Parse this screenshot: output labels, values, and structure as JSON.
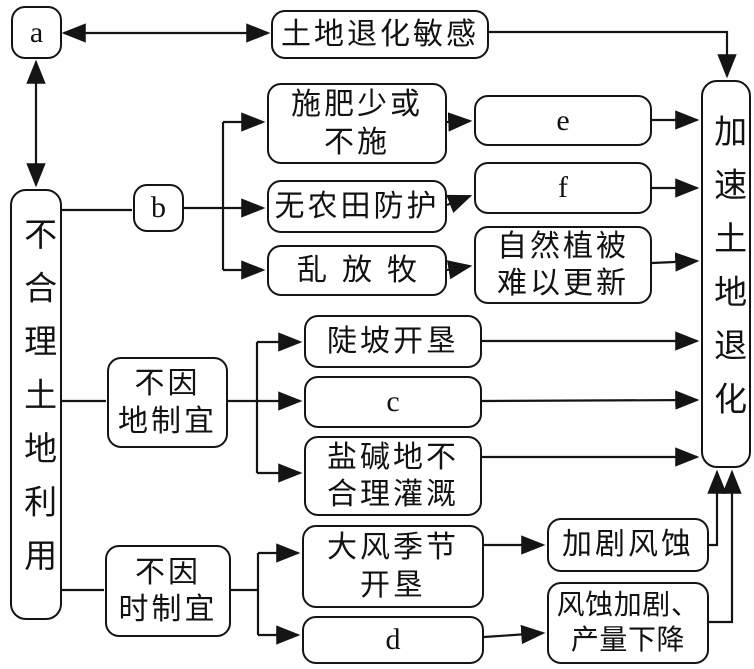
{
  "diagram_type": "flowchart",
  "topic": "土地退化",
  "colors": {
    "background": "#fefefe",
    "line": "#141414",
    "box_border": "#141414",
    "box_fill": "#ffffff"
  },
  "nodes": {
    "a": {
      "lines": [
        "a"
      ]
    },
    "sensitive": {
      "lines": [
        "土地退化敏感"
      ]
    },
    "unreasonable": {
      "lines": [
        "不合理土地利用"
      ]
    },
    "b": {
      "lines": [
        "b"
      ]
    },
    "fertilizer": {
      "lines": [
        "施肥少或",
        "不施"
      ]
    },
    "no_protection": {
      "lines": [
        "无农田防护"
      ]
    },
    "grazing": {
      "lines": [
        "乱放牧"
      ]
    },
    "e": {
      "lines": [
        "e"
      ]
    },
    "f": {
      "lines": [
        "f"
      ]
    },
    "vegetation": {
      "lines": [
        "自然植被",
        "难以更新"
      ]
    },
    "not_local": {
      "lines": [
        "不因",
        "地制宜"
      ]
    },
    "steep_slope": {
      "lines": [
        "陡坡开垦"
      ]
    },
    "c": {
      "lines": [
        "c"
      ]
    },
    "saline": {
      "lines": [
        "盐碱地不",
        "合理灌溉"
      ]
    },
    "not_time": {
      "lines": [
        "不因",
        "时制宜"
      ]
    },
    "windy_season": {
      "lines": [
        "大风季节",
        "开垦"
      ]
    },
    "d": {
      "lines": [
        "d"
      ]
    },
    "wind_erosion": {
      "lines": [
        "加剧风蚀"
      ]
    },
    "yield_drop": {
      "lines": [
        "风蚀加剧、",
        "产量下降"
      ]
    },
    "accelerate": {
      "lines": [
        "加速土地退化"
      ]
    }
  },
  "edges": [
    {
      "from": "a",
      "to": "sensitive",
      "bidirectional": true
    },
    {
      "from": "a",
      "to": "unreasonable",
      "bidirectional": true
    },
    {
      "from": "sensitive",
      "to": "accelerate",
      "bidirectional": false
    },
    {
      "from": "unreasonable",
      "to": "b",
      "bidirectional": false
    },
    {
      "from": "b",
      "to": "fertilizer",
      "bidirectional": false
    },
    {
      "from": "b",
      "to": "no_protection",
      "bidirectional": false
    },
    {
      "from": "b",
      "to": "grazing",
      "bidirectional": false
    },
    {
      "from": "fertilizer",
      "to": "e",
      "bidirectional": false
    },
    {
      "from": "no_protection",
      "to": "f",
      "bidirectional": false
    },
    {
      "from": "grazing",
      "to": "vegetation",
      "bidirectional": false
    },
    {
      "from": "e",
      "to": "accelerate",
      "bidirectional": false
    },
    {
      "from": "f",
      "to": "accelerate",
      "bidirectional": false
    },
    {
      "from": "vegetation",
      "to": "accelerate",
      "bidirectional": false
    },
    {
      "from": "unreasonable",
      "to": "not_local",
      "bidirectional": false
    },
    {
      "from": "not_local",
      "to": "steep_slope",
      "bidirectional": false
    },
    {
      "from": "not_local",
      "to": "c",
      "bidirectional": false
    },
    {
      "from": "not_local",
      "to": "saline",
      "bidirectional": false
    },
    {
      "from": "steep_slope",
      "to": "accelerate",
      "bidirectional": false
    },
    {
      "from": "c",
      "to": "accelerate",
      "bidirectional": false
    },
    {
      "from": "saline",
      "to": "accelerate",
      "bidirectional": false
    },
    {
      "from": "unreasonable",
      "to": "not_time",
      "bidirectional": false
    },
    {
      "from": "not_time",
      "to": "windy_season",
      "bidirectional": false
    },
    {
      "from": "not_time",
      "to": "d",
      "bidirectional": false
    },
    {
      "from": "windy_season",
      "to": "wind_erosion",
      "bidirectional": false
    },
    {
      "from": "d",
      "to": "yield_drop",
      "bidirectional": false
    },
    {
      "from": "wind_erosion",
      "to": "accelerate",
      "bidirectional": false
    },
    {
      "from": "yield_drop",
      "to": "accelerate",
      "bidirectional": false
    }
  ]
}
